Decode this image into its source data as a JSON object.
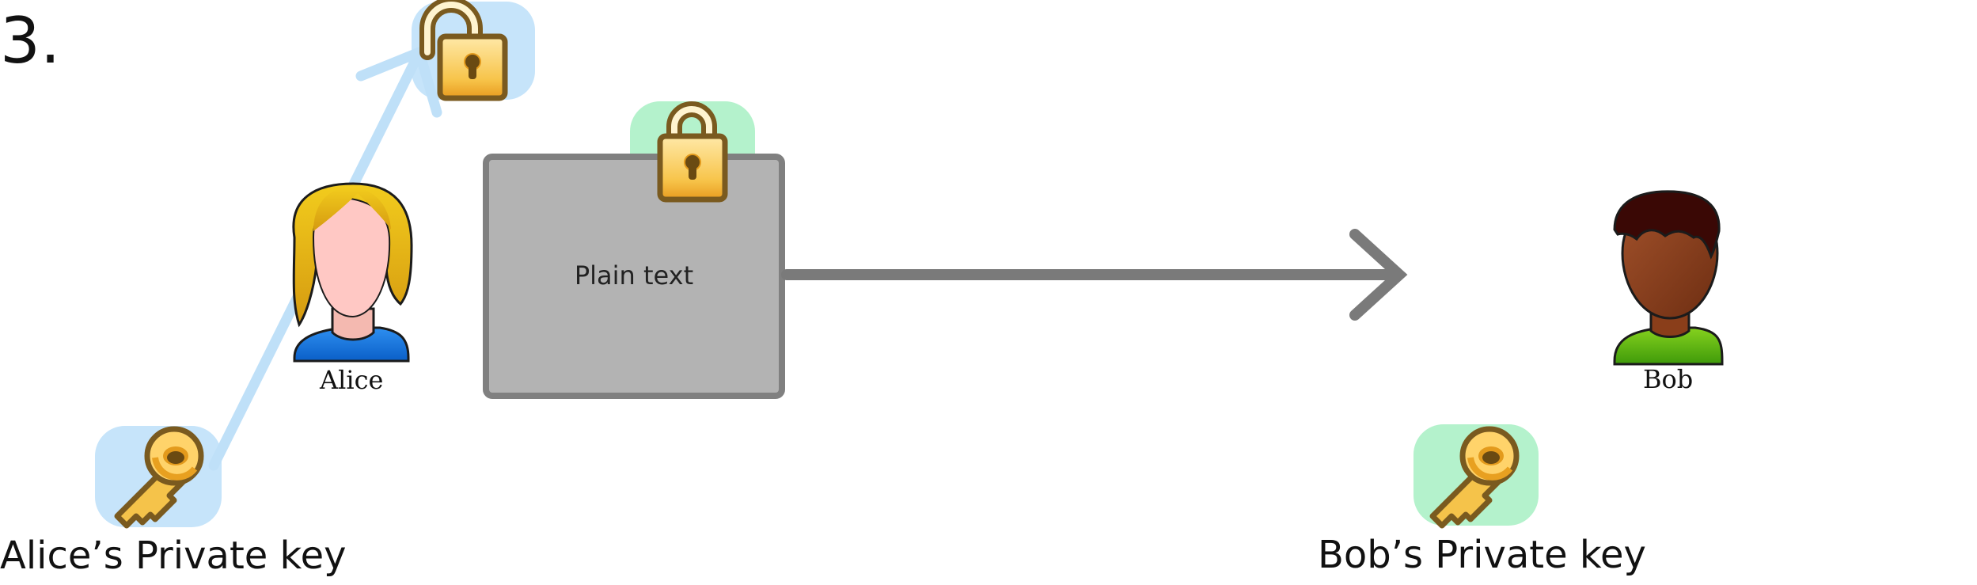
{
  "step": "3.",
  "message_box": {
    "label": "Plain text"
  },
  "alice": {
    "name": "Alice",
    "private_key_caption": "Alice’s Private key"
  },
  "bob": {
    "name": "Bob",
    "private_key_caption": "Bob’s Private key"
  },
  "colors": {
    "alice_highlight": "#c6e4fa",
    "bob_highlight": "#b4f2cc",
    "arrow_alice": "#bfe0f8",
    "arrow_main": "#7a7a7a",
    "box_fill": "#b3b3b3",
    "box_stroke": "#808080",
    "lock_gold": "#f5c34a",
    "lock_outline": "#7a5a1f"
  },
  "icons": [
    "open-padlock-icon",
    "closed-padlock-icon",
    "key-icon",
    "person-icon"
  ]
}
